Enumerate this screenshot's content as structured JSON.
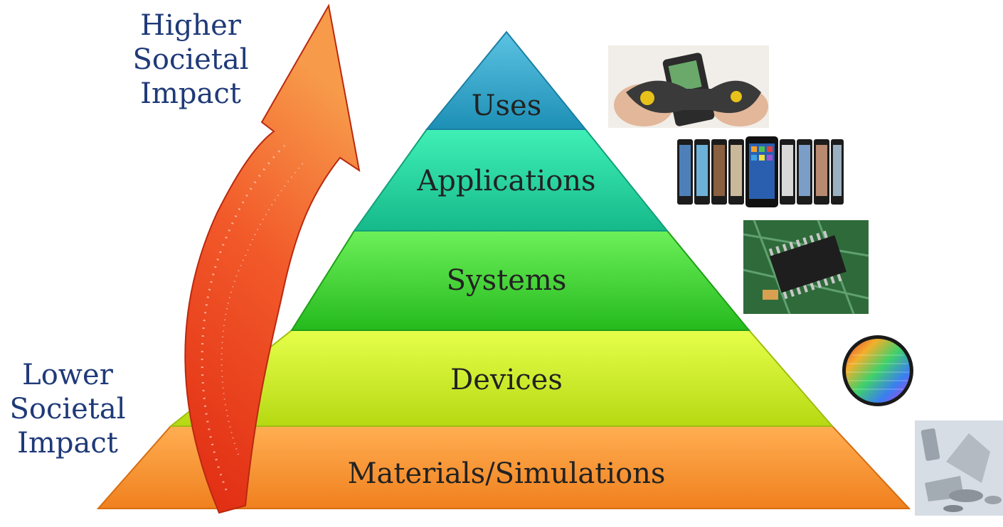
{
  "labels": {
    "higher": [
      "Higher",
      "Societal",
      "Impact"
    ],
    "lower": [
      "Lower",
      "Societal",
      "Impact"
    ]
  },
  "tiers": [
    {
      "label": "Uses",
      "color": "#2fa6c9"
    },
    {
      "label": "Applications",
      "color": "#22d29a"
    },
    {
      "label": "Systems",
      "color": "#3bd12a"
    },
    {
      "label": "Devices",
      "color": "#c8ec22"
    },
    {
      "label": "Materials/Simulations",
      "color": "#f7922e"
    }
  ],
  "colors": {
    "label_text": "#1f3a78",
    "arrow": "#e8401f"
  },
  "images": [
    "phone-gamepad-photo",
    "smartphones-photo",
    "microchip-photo",
    "silicon-wafer-photo",
    "metal-targets-photo"
  ]
}
